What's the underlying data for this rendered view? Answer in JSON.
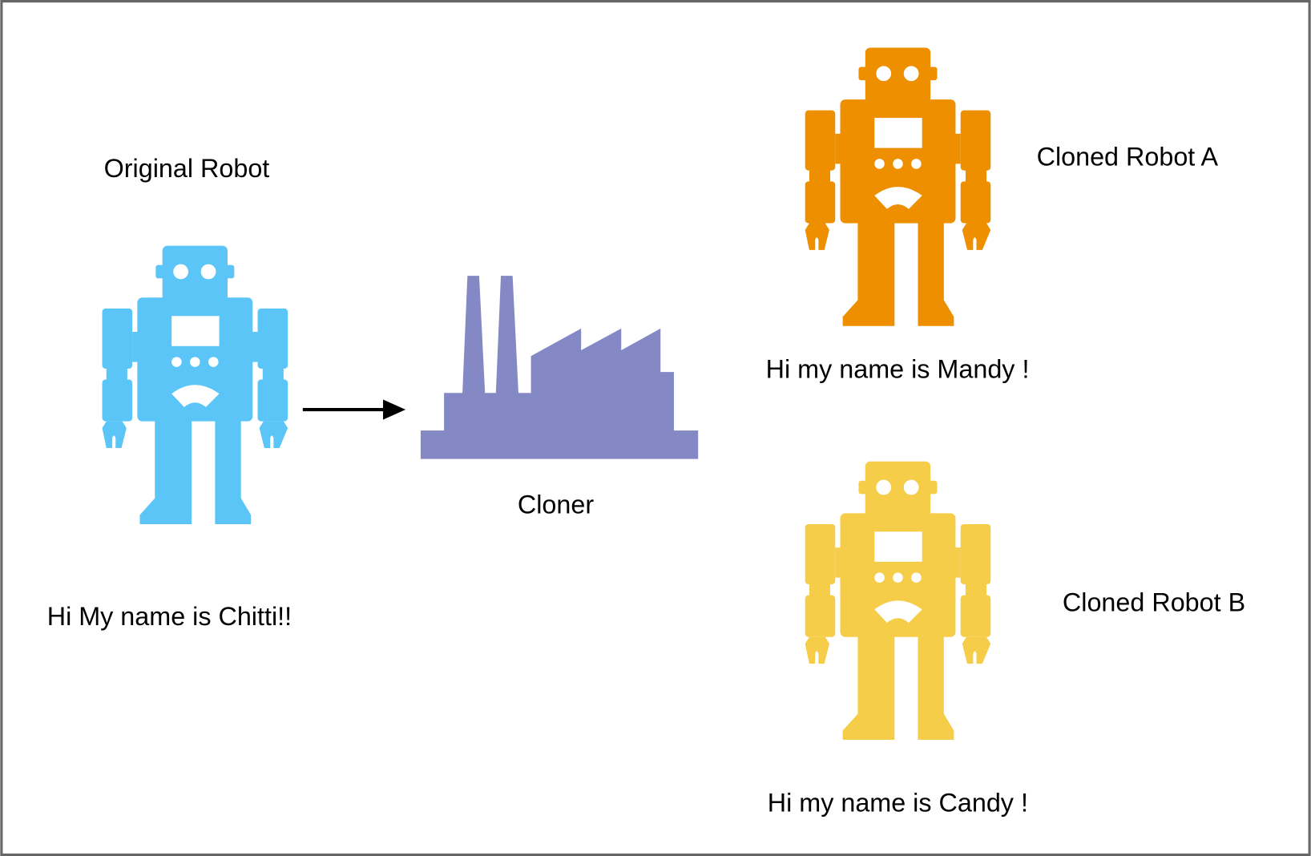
{
  "colors": {
    "original": "#5ac5f6",
    "clone_a": "#ee8f00",
    "clone_b": "#f6cd48",
    "cloner": "#8488c4"
  },
  "original": {
    "title": "Original Robot",
    "greeting": "Hi My name is Chitti!!"
  },
  "cloner": {
    "label": "Cloner"
  },
  "clone_a": {
    "title": "Cloned Robot A",
    "greeting": "Hi my name is Mandy !"
  },
  "clone_b": {
    "title": "Cloned Robot B",
    "greeting": "Hi my name is Candy !"
  }
}
